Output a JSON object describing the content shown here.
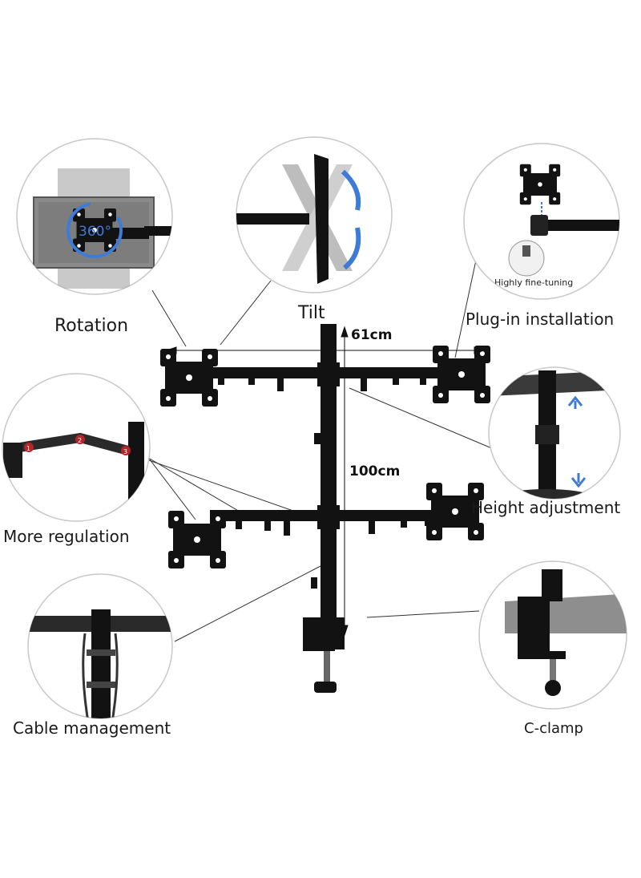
{
  "features": {
    "rotation": {
      "label": "Rotation",
      "badge": "360°"
    },
    "tilt": {
      "label": "Tilt"
    },
    "plugin": {
      "label": "Plug-in installation",
      "sub": "Highly fine-tuning"
    },
    "more_regulation": {
      "label": "More regulation",
      "markers": [
        "1",
        "2",
        "3"
      ]
    },
    "height": {
      "label": "Height adjustment"
    },
    "cable": {
      "label": "Cable management"
    },
    "clamp": {
      "label": "C-clamp"
    }
  },
  "dimensions": {
    "width": "61cm",
    "height": "100cm"
  },
  "colors": {
    "metal": "#121212",
    "circle_border": "#c8c8c8",
    "accent_blue": "#3d7bd6",
    "marker_red": "#b3262a"
  }
}
